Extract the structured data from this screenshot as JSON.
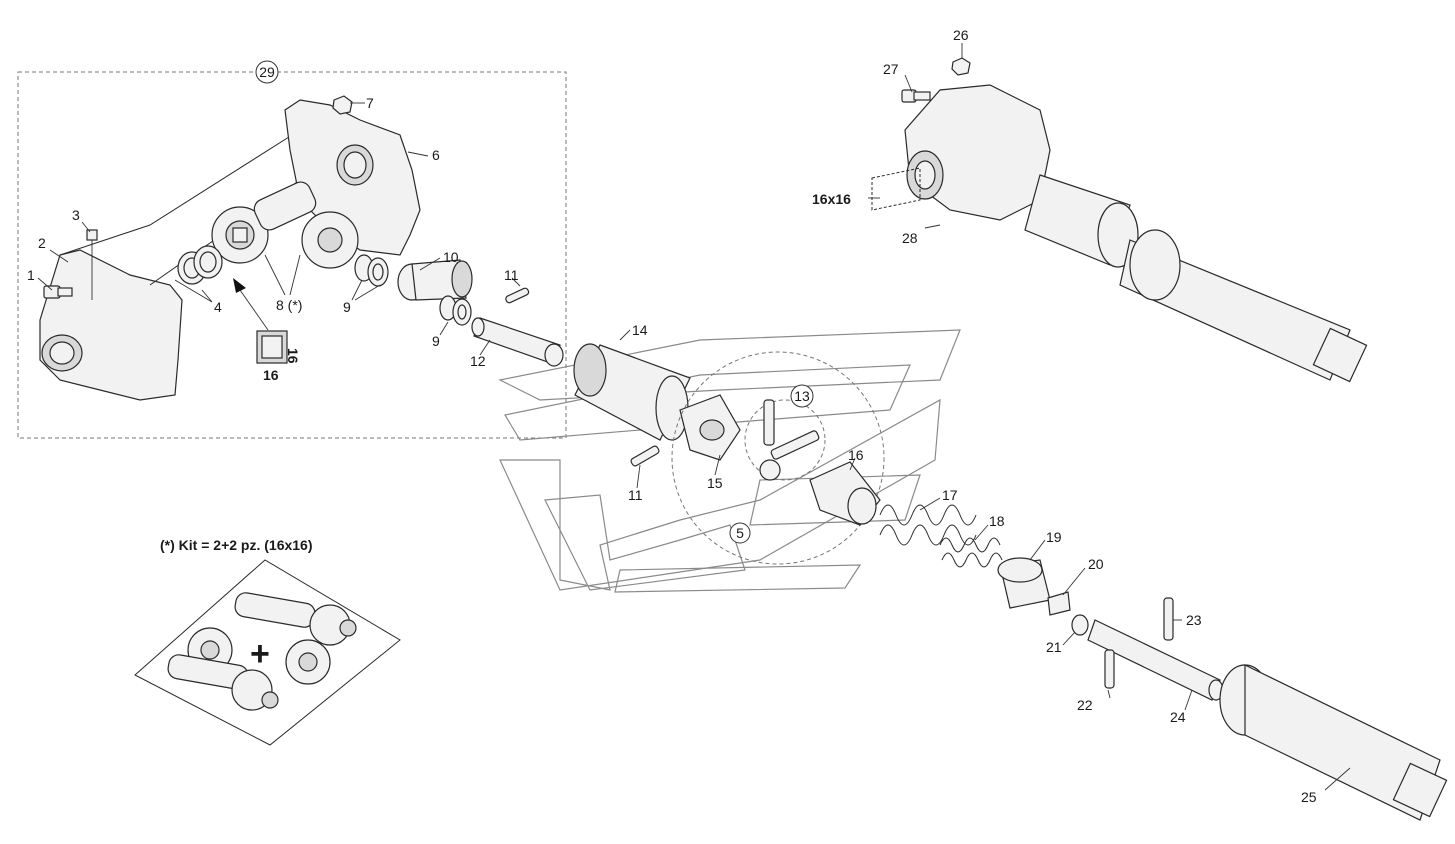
{
  "callouts": {
    "c1": "1",
    "c2": "2",
    "c3": "3",
    "c4": "4",
    "c5": "5",
    "c6": "6",
    "c7": "7",
    "c8": "8 (*)",
    "c9a": "9",
    "c9b": "9",
    "c10": "10",
    "c11a": "11",
    "c11b": "11",
    "c12": "12",
    "c13": "13",
    "c14": "14",
    "c15": "15",
    "c16": "16",
    "c17": "17",
    "c18": "18",
    "c19": "19",
    "c20": "20",
    "c21": "21",
    "c22": "22",
    "c23": "23",
    "c24": "24",
    "c25": "25",
    "c26": "26",
    "c27": "27",
    "c28": "28",
    "c29": "29"
  },
  "size_labels": {
    "square_a": "16",
    "square_b": "16",
    "shaft_size": "16x16"
  },
  "kit": {
    "title": "(*) Kit = 2+2 pz. (16x16)",
    "plus": "+"
  }
}
